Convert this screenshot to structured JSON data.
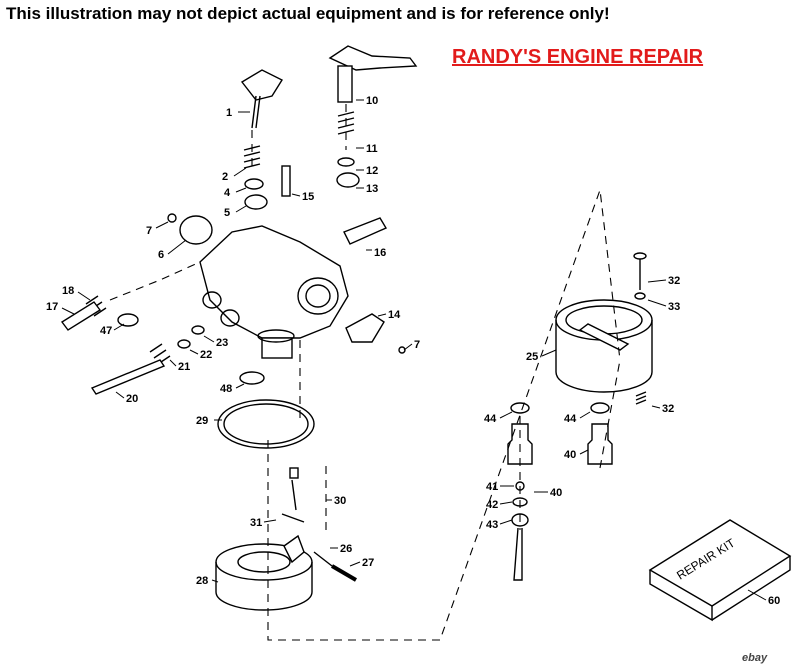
{
  "header": {
    "disclaimer": "This illustration may not depict actual equipment and is for reference only!",
    "brand": "RANDY'S ENGINE REPAIR",
    "brand_color": "#e21b1b"
  },
  "repair_kit_label": "REPAIR KIT",
  "watermark": "ebay",
  "callouts": [
    "1",
    "2",
    "4",
    "5",
    "7",
    "6",
    "18",
    "17",
    "47",
    "10",
    "11",
    "12",
    "13",
    "15",
    "16",
    "14",
    "7",
    "22",
    "23",
    "21",
    "20",
    "48",
    "29",
    "30",
    "31",
    "26",
    "27",
    "28",
    "32",
    "33",
    "25",
    "44",
    "40",
    "44",
    "40",
    "32",
    "41",
    "42",
    "43",
    "60"
  ]
}
